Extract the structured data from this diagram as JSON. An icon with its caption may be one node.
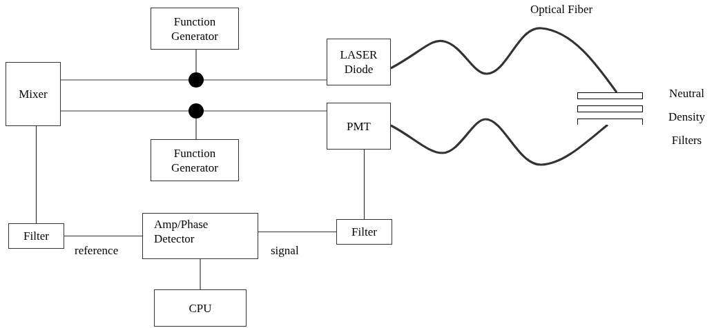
{
  "diagram": {
    "nodes": [
      {
        "text": [
          "Function Generator"
        ]
      },
      {
        "text": [
          "Mixer"
        ]
      },
      {
        "text": [
          "LASER Diode"
        ]
      },
      {
        "text": [
          "Function Generator"
        ]
      },
      {
        "text": [
          "PMT"
        ]
      },
      {
        "text": [
          "Filter"
        ]
      },
      {
        "text": [
          "Amp/Phase Detector"
        ]
      },
      {
        "text": [
          "Filter"
        ]
      },
      {
        "text": [
          "CPU"
        ]
      },
      {
        "text": [],
        "shape": "circle"
      },
      {
        "text": [],
        "shape": "circle"
      },
      {
        "text": [],
        "shape": "box",
        "beside": [
          "Neutral Density Filters"
        ]
      }
    ],
    "edges": [
      {
        "from": 1,
        "to": 9,
        "arrow": "none"
      },
      {
        "from": 9,
        "to": 2,
        "arrow": "none"
      },
      {
        "from": 0,
        "to": 9,
        "arrow": "none"
      },
      {
        "from": 1,
        "to": 10,
        "arrow": "none"
      },
      {
        "from": 10,
        "to": 4,
        "arrow": "none"
      },
      {
        "from": 3,
        "to": 10,
        "arrow": "none"
      },
      {
        "from": 1,
        "to": 5,
        "arrow": "none"
      },
      {
        "from": 5,
        "to": 6,
        "arrow": "none",
        "label": "reference"
      },
      {
        "from": 6,
        "to": 7,
        "arrow": "none",
        "label": "signal"
      },
      {
        "from": 4,
        "to": 7,
        "arrow": "none"
      },
      {
        "from": 6,
        "to": 8,
        "arrow": "none"
      },
      {
        "from": 2,
        "to": 11,
        "arrow": "none",
        "style": "thick",
        "label": "Optical Fiber"
      },
      {
        "from": 4,
        "to": 11,
        "arrow": "none",
        "style": "thick"
      }
    ]
  }
}
